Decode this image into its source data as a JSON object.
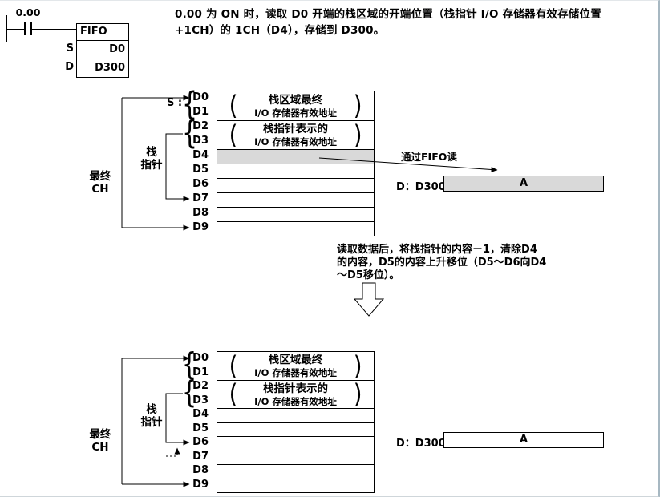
{
  "colors": {
    "highlight": "#d9d9d9",
    "ink": "#000000"
  },
  "glyphs": {
    "brace": "{",
    "paren_left": "(",
    "paren_right": ")"
  },
  "ladder": {
    "contact_label": "0.00",
    "block_title": "FIFO",
    "operands": [
      {
        "letter": "S",
        "value": "D0"
      },
      {
        "letter": "D",
        "value": "D300"
      }
    ]
  },
  "top_text": {
    "line1": "0.00 为 ON 时，读取 D0 开端的栈区域的开端位置（栈指针 I/O 存储器有效存储位置",
    "line2": "+1CH）的 1CH（D4），存储到 D300。"
  },
  "middle_text": {
    "line1": "读取数据后，将栈指针的内容－1，清除D4",
    "line2": "的内容，D5的内容上升移位（D5～D6向D4",
    "line3": "～D5移位）。"
  },
  "stack": {
    "s_label": "S :",
    "registers": [
      "D0",
      "D1",
      "D2",
      "D3",
      "D4",
      "D5",
      "D6",
      "D7",
      "D8",
      "D9"
    ],
    "group1": {
      "line1": "栈区域最终",
      "line2": "I/O 存储器有效地址"
    },
    "group2": {
      "line1": "栈指针表示的",
      "line2": "I/O 存储器有效地址"
    },
    "pointer_label": {
      "line1": "栈",
      "line2": "指针"
    },
    "last_ch_label": {
      "line1": "最终",
      "line2": "CH"
    }
  },
  "dest": {
    "read_label": "通过FIFO读",
    "label": "D：D300",
    "value": "A"
  }
}
